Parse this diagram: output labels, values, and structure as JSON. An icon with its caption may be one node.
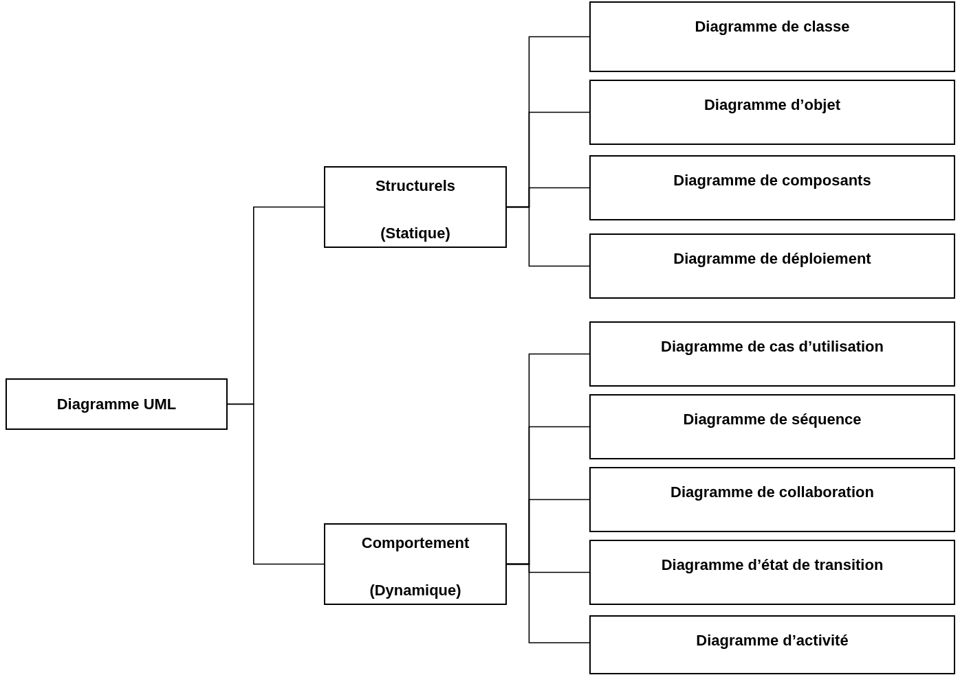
{
  "diagram": {
    "nodes": [
      {
        "text": [
          "Diagramme UML"
        ]
      },
      {
        "text": [
          "Structurels",
          "(Statique)"
        ]
      },
      {
        "text": [
          "Comportement",
          "(Dynamique)"
        ]
      },
      {
        "text": [
          "Diagramme de classe"
        ]
      },
      {
        "text": [
          "Diagramme d’objet"
        ]
      },
      {
        "text": [
          "Diagramme de composants"
        ]
      },
      {
        "text": [
          "Diagramme de déploiement"
        ]
      },
      {
        "text": [
          "Diagramme de cas d’utilisation"
        ]
      },
      {
        "text": [
          "Diagramme de séquence"
        ]
      },
      {
        "text": [
          "Diagramme de collaboration"
        ]
      },
      {
        "text": [
          "Diagramme d’état de transition"
        ]
      },
      {
        "text": [
          "Diagramme d’activité"
        ]
      }
    ],
    "edges": [
      {
        "from": 0,
        "to": 1,
        "arrow": "none"
      },
      {
        "from": 0,
        "to": 2,
        "arrow": "none"
      },
      {
        "from": 1,
        "to": 3,
        "arrow": "none"
      },
      {
        "from": 1,
        "to": 4,
        "arrow": "none"
      },
      {
        "from": 1,
        "to": 5,
        "arrow": "none"
      },
      {
        "from": 1,
        "to": 6,
        "arrow": "none"
      },
      {
        "from": 2,
        "to": 7,
        "arrow": "none"
      },
      {
        "from": 2,
        "to": 8,
        "arrow": "none"
      },
      {
        "from": 2,
        "to": 9,
        "arrow": "none"
      },
      {
        "from": 2,
        "to": 10,
        "arrow": "none"
      },
      {
        "from": 2,
        "to": 11,
        "arrow": "none"
      }
    ]
  }
}
